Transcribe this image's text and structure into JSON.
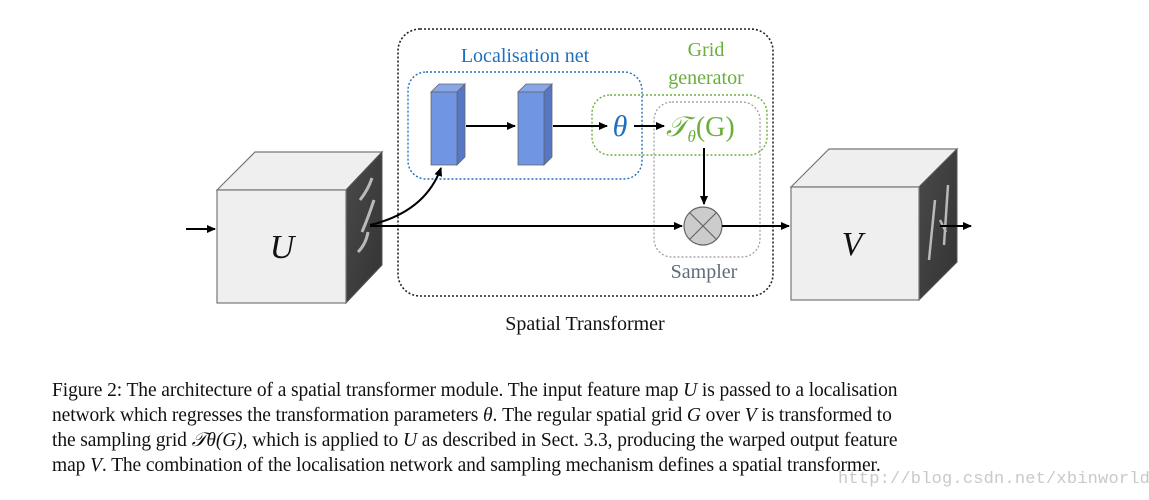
{
  "diagram": {
    "title": "Spatial Transformer",
    "modules": {
      "localisation_net": {
        "label": "Localisation net",
        "color": "#1f6fbf"
      },
      "grid_generator": {
        "label_line1": "Grid",
        "label_line2": "generator",
        "color": "#6aae3c"
      },
      "sampler": {
        "label": "Sampler",
        "color": "#5f6b7a"
      }
    },
    "symbols": {
      "input_map": "U",
      "output_map": "V",
      "theta": "θ",
      "transform_base": "𝒯",
      "transform_sub": "θ",
      "transform_arg": "(G)"
    },
    "colors": {
      "layer_fill": "#6f95e3",
      "layer_side": "#5577c6",
      "cube_face": "#efefef",
      "cube_side": "#3c3c3c",
      "sampler_node": "#cccccc",
      "outer_border": "#222222"
    }
  },
  "caption": {
    "label": "Figure 2:",
    "lines": [
      [
        "The architecture of a spatial transformer module. The input feature map ",
        "U",
        " is passed to a localisation"
      ],
      [
        "network which regresses the transformation parameters ",
        "θ",
        ". The regular spatial grid ",
        "G",
        " over ",
        "V",
        " is transformed to"
      ],
      [
        "the sampling grid ",
        "𝒯θ(G)",
        ", which is applied to ",
        "U",
        " as described in Sect. 3.3, producing the warped output feature"
      ],
      [
        "map ",
        "V",
        ". The combination of the localisation network and sampling mechanism defines a spatial transformer."
      ]
    ]
  },
  "watermark": "http://blog.csdn.net/xbinworld"
}
